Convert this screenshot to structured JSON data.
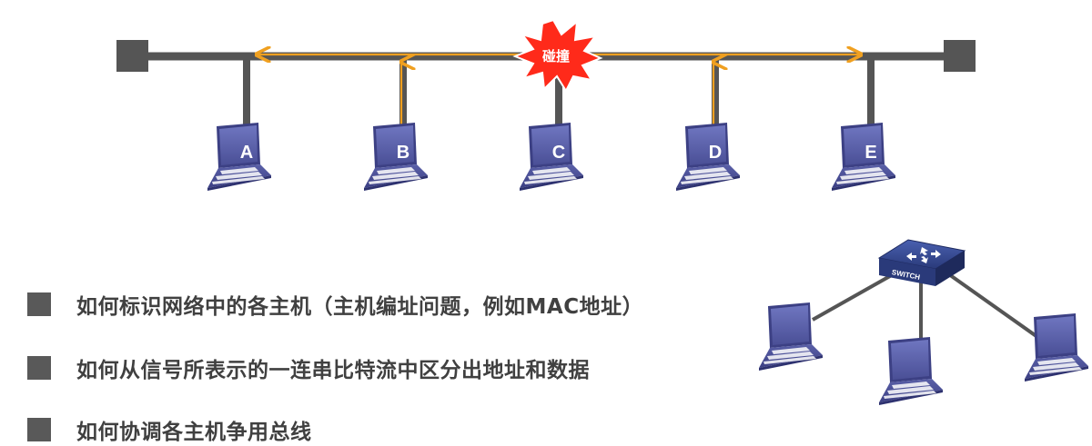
{
  "bus": {
    "collision_label": "碰撞",
    "hosts": [
      {
        "label": "A"
      },
      {
        "label": "B"
      },
      {
        "label": "C"
      },
      {
        "label": "D"
      },
      {
        "label": "E"
      }
    ]
  },
  "switch": {
    "label": "SWITCH"
  },
  "bullets": [
    {
      "text": "如何标识网络中的各主机（主机编址问题，例如MAC地址）"
    },
    {
      "text": "如何从信号所表示的一连串比特流中区分出地址和数据"
    },
    {
      "text": "如何协调各主机争用总线"
    }
  ],
  "colors": {
    "bus_line": "#555555",
    "signal": "#f0a020",
    "collision_burst": "#ff2a1a",
    "laptop_screen": "#5a60a8",
    "switch_body": "#2a3a7a"
  }
}
